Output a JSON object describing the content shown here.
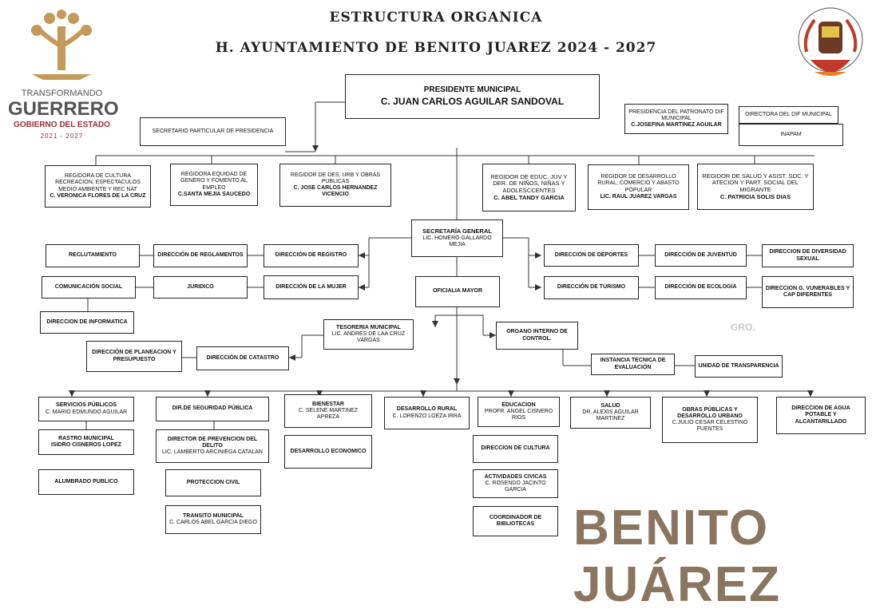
{
  "header": {
    "title_line1": "ESTRUCTURA ORGANICA",
    "title_line2": "H. AYUNTAMIENTO DE BENITO JUAREZ 2024 - 2027"
  },
  "left_logo": {
    "line1": "TRANSFORMANDO",
    "line2": "GUERRERO",
    "line3": "GOBIERNO DEL ESTADO",
    "line4": "2021 - 2027",
    "accent_color": "#9b2a3a",
    "gold_color": "#c49a5a"
  },
  "watermark": {
    "text": "BENITO JUÁREZ",
    "gro": "GRO.",
    "color": "#8a7560"
  },
  "nodes": {
    "presidente": {
      "title": "PRESIDENTE MUNICIPAL",
      "name": "C. JUAN CARLOS AGUILAR SANDOVAL"
    },
    "secretario_particular": {
      "title": "SECRETARIO PARTICULAR DE PRESIDENCIA"
    },
    "patronato": {
      "title": "PRESIDENCIA DEL PATRONATO DIF MUNICIPAL",
      "name": "C.JOSEFINA MARTINEZ AGUILAR"
    },
    "directora_dif": {
      "title": "DIRECTORA DEL DIF MUNICIPAL"
    },
    "inapam": {
      "title": "INAPAM"
    },
    "regidora_cultura": {
      "title": "REGIDORA DE CULTURA RECREACION, ESPECTACULOS MEDIO AMBIENTE Y REC NAT",
      "name": "C. VERONICA FLORES DE LA CRUZ"
    },
    "regidora_equidad": {
      "title": "REGIDORA EQUIDAD DE GENERO Y FOMENTO AL EMPLEO",
      "name": "C.SANTA MEJIA SAUCEDO"
    },
    "regidor_urb": {
      "title": "REGIDOR DE DES. URB Y OBRAS PUBLICAS",
      "name": "C. JOSE CARLOS HERNANDEZ VICENCIO"
    },
    "regidor_educ": {
      "title": "REGIDOR DE EDUC. JUV Y DER. DE NIÑOS, NIÑAS Y ADOLESCCENTES",
      "name": "C. ABEL TANDY GARCIA"
    },
    "regidor_rural": {
      "title": "REGIDOR DE DESARROLLO RURAL, COMERCIO Y ABASTO POPULAR",
      "name": "LIC. RAUL JUAREZ VARGAS"
    },
    "regidor_salud": {
      "title": "REGIDOR DE SALUD Y ASIST. SOC. Y ATECION Y PART. SOCIAL DEL MIGRANTE",
      "name": "C. PATRICIA SOLIS DIAS"
    },
    "secretaria_general": {
      "title": "SECRETARÍA GENERAL",
      "name": "LIC. HOMERO GALLARDO MEJIA"
    },
    "reclutamiento": {
      "title": "RECLUTAMIENTO"
    },
    "dir_reglamentos": {
      "title": "DIRECCIÓN DE REGLAMENTOS"
    },
    "dir_registro": {
      "title": "DIRECCIÓN DE REGISTRO"
    },
    "comunicacion": {
      "title": "COMUNICACIÓN SOCIAL"
    },
    "juridico": {
      "title": "JURIDICO"
    },
    "dir_mujer": {
      "title": "DIRECCIÓN DE LA MUJER"
    },
    "dir_informatica": {
      "title": "DIRECCION DE INFORMATICA"
    },
    "oficialia": {
      "title": "OFICIALIA MAYOR"
    },
    "dir_deportes": {
      "title": "DIRECCIÓN DE DEPORTES"
    },
    "dir_juventud": {
      "title": "DIRECCIÓN DE JUVENTUD"
    },
    "dir_diversidad": {
      "title": "DIRECCION DE DIVERSIDAD SEXUAL"
    },
    "dir_turismo": {
      "title": "DIRECCIÓN DE TURISMO"
    },
    "dir_ecologia": {
      "title": "DIRECCIÓN DE ECOLOGIA"
    },
    "dir_vulnerables": {
      "title": "DIRECCION G. VUNERABLES Y CAP DIFERENTES"
    },
    "tesoreria": {
      "title": "TESORERIA MUNICIPAL",
      "name": "LIC. ANDRES DE LAA CRUZ VARGAS"
    },
    "organo_interno": {
      "title": "ORGANO INTERNO DE CONTROL."
    },
    "dir_planeacion": {
      "title": "DIRECCIÓN DE PLANEACION Y PRESUPUESTO"
    },
    "dir_catastro": {
      "title": "DIRECCIÓN DE CATASTRO"
    },
    "instancia_tecnica": {
      "title": "INSTANCIA TECNICA DE EVALUACIÓN"
    },
    "unidad_transparencia": {
      "title": "UNIDAD DE TRANSPARENCIA"
    },
    "servicios_publicos": {
      "title": "SERVICIOS PÚBLICOS",
      "name": "C. MARIO EDMUNDO AGUILAR"
    },
    "rastro": {
      "title": "RASTRO MUNICIPAL",
      "name": "ISIDRO CISNEROS LOPEZ"
    },
    "alumbrado": {
      "title": "ALUMBRADO PUBLICO"
    },
    "seguridad": {
      "title": "DIR.DE SEGURIDAD PÚBLICA"
    },
    "prevencion": {
      "title": "DIRECTOR DE PREVENCION DEL DELITO",
      "name": "LIC. LAMBERTO ARCINIEGA CATALAN"
    },
    "proteccion_civil": {
      "title": "PROTECCION CIVIL"
    },
    "transito": {
      "title": "TRANSITO MUNICIPAL",
      "name": "C. CARLOS ABEL GARCIA DIEGO"
    },
    "bienestar": {
      "title": "BIENESTAR",
      "name": "C. SELENE MARTINEZ APREZA"
    },
    "desarrollo_economico": {
      "title": "DESARROLLO ECONOMICO"
    },
    "desarrollo_rural": {
      "title": "DESARROLLO RURAL",
      "name": "C. LORENZO LOEZA IRRA"
    },
    "educacion": {
      "title": "EDUCACION",
      "name": "PROFR. ANGEL CISNERO RIOS"
    },
    "dir_cultura": {
      "title": "DIRECCION DE CULTURA"
    },
    "actividades_civicas": {
      "title": "ACTIVIDADES CIVICAS",
      "name": "C. ROSENDO JACINTO GARCIA"
    },
    "coord_bibliotecas": {
      "title": "COORDINADOR DE BIBLIOTECAS"
    },
    "salud": {
      "title": "SALUD",
      "name": "DR. ALEXIS AGUILAR MARTINEZ"
    },
    "obras_publicas": {
      "title": "OBRAS PÚBLICAS Y DESARROLLO URBANO",
      "name": "C.JULIO CESAR CELESTINO FUENTES"
    },
    "agua_potable": {
      "title": "DIRECCION DE AGUA POTABLE Y ALCANTARILLADO"
    }
  }
}
